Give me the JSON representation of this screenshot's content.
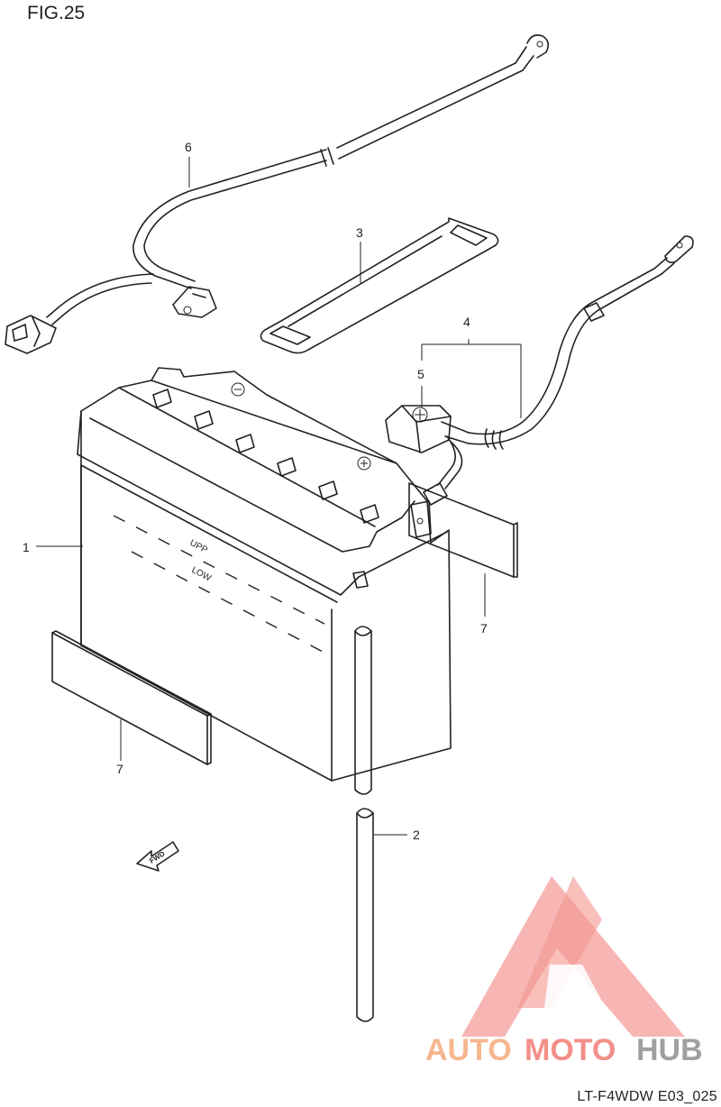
{
  "figure": {
    "title": "FIG.25",
    "code": "LT-F4WDW E03_025"
  },
  "callouts": [
    {
      "id": "c1",
      "text": "1"
    },
    {
      "id": "c2",
      "text": "2"
    },
    {
      "id": "c3",
      "text": "3"
    },
    {
      "id": "c4",
      "text": "4"
    },
    {
      "id": "c5",
      "text": "5"
    },
    {
      "id": "c6",
      "text": "6"
    },
    {
      "id": "c7a",
      "text": "7"
    },
    {
      "id": "c7b",
      "text": "7"
    }
  ],
  "fwd_label": "FWD",
  "watermark": {
    "parts": [
      "AUTO",
      "MOTO",
      "HUB"
    ],
    "colors": {
      "auto": "#f6b48a",
      "moto": "#f38a83",
      "hub": "#9a9a9a",
      "triangle": "#f49a95"
    }
  }
}
